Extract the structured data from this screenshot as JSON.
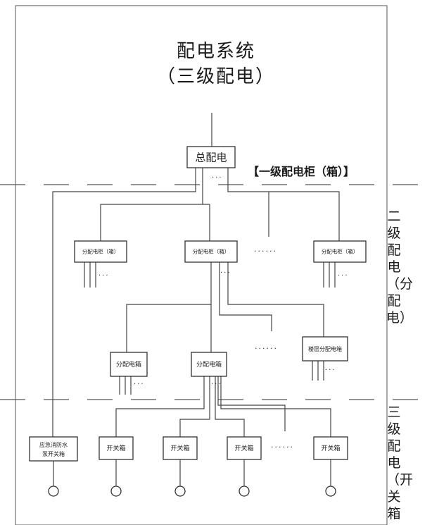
{
  "title": "配电系统",
  "subtitle": "（三级配电）",
  "level1_label": "【一级配电柜（箱）】",
  "level2_label": "二级配电（分配电）",
  "level3_label": "三级配电（开关箱",
  "boxes": {
    "main": "总配电",
    "sub_left": "分配电柜（箱）",
    "sub_center": "分配电柜（箱）",
    "sub_right": "分配电柜（箱）",
    "dist_left": "分配电箱",
    "dist_center": "分配电箱",
    "floor": "楼层分配电箱",
    "fire_pump": "应急消防水泵开关箱",
    "switch_1": "开关箱",
    "switch_2": "开关箱",
    "switch_3": "开关箱",
    "switch_4": "开关箱"
  },
  "ellipsis": {
    "short": "···",
    "long": "······"
  }
}
